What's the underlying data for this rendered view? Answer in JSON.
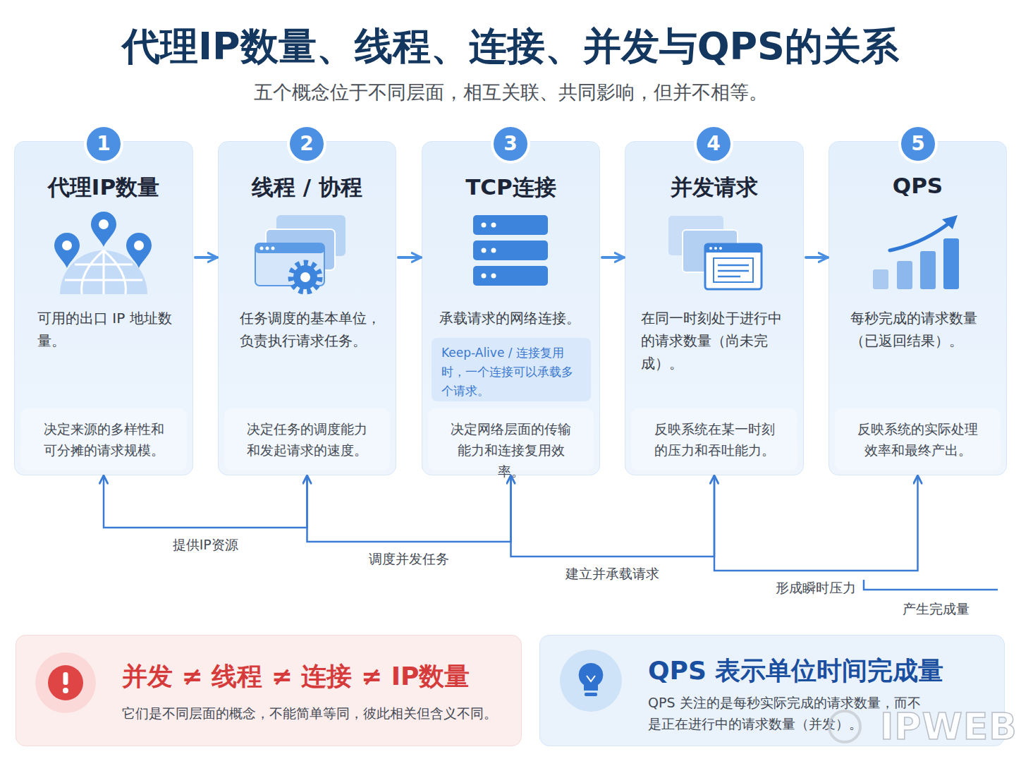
{
  "diagram": {
    "title": "代理IP数量、线程、连接、并发与QPS的关系",
    "caption": "五个概念位于不同层面，相互关联、共同影响，但并不相等。",
    "nodes": [
      {
        "text": [
          "代理IP数量",
          "可用的出口 IP 地址数量。"
        ]
      },
      {
        "text": [
          "决定来源的多样性和可分摊的请求规模。"
        ],
        "in": 0
      },
      {
        "text": [
          "线程 / 协程",
          "任务调度的基本单位，负责执行请求任务。"
        ]
      },
      {
        "text": [
          "决定任务的调度能力和发起请求的速度。"
        ],
        "in": 2
      },
      {
        "text": [
          "TCP连接",
          "承载请求的网络连接。"
        ]
      },
      {
        "text": [
          "Keep-Alive / 连接复用时，一个连接可以承载多个请求。"
        ],
        "in": 4
      },
      {
        "text": [
          "决定网络层面的传输能力和连接复用效率。"
        ],
        "in": 4
      },
      {
        "text": [
          "并发请求",
          "在同一时刻处于进行中的请求数量（尚未完成）。"
        ]
      },
      {
        "text": [
          "反映系统在某一时刻的压力和吞吐能力。"
        ],
        "in": 7
      },
      {
        "text": [
          "QPS",
          "每秒完成的请求数量（已返回结果）。"
        ]
      },
      {
        "text": [
          "反映系统的实际处理效率和最终产出。"
        ],
        "in": 9
      },
      {
        "text": [
          "并发 ≠ 线程 ≠ 连接 ≠ IP数量",
          "它们是不同层面的概念，不能简单等同，彼此相关但含义不同。"
        ]
      },
      {
        "text": [
          "QPS 表示单位时间完成量",
          "QPS 关注的是每秒实际完成的请求数量，而不是正在进行中的请求数量（并发）。"
        ]
      }
    ],
    "edges": [
      {
        "from": 0,
        "to": 2,
        "arrow": "to"
      },
      {
        "from": 2,
        "to": 4,
        "arrow": "to"
      },
      {
        "from": 4,
        "to": 7,
        "arrow": "to"
      },
      {
        "from": 7,
        "to": 9,
        "arrow": "to"
      },
      {
        "from": 0,
        "to": 2,
        "label": "提供IP资源",
        "arrow": "both"
      },
      {
        "from": 2,
        "to": 4,
        "label": "调度并发任务",
        "arrow": "to"
      },
      {
        "from": 4,
        "to": 7,
        "label": "建立并承载请求",
        "arrow": "to"
      },
      {
        "from": 7,
        "to": 9,
        "label": "形成瞬时压力",
        "arrow": "to"
      }
    ],
    "labels": [
      "1",
      "2",
      "3",
      "4",
      "5",
      "产生完成量",
      "IPWEB"
    ]
  }
}
